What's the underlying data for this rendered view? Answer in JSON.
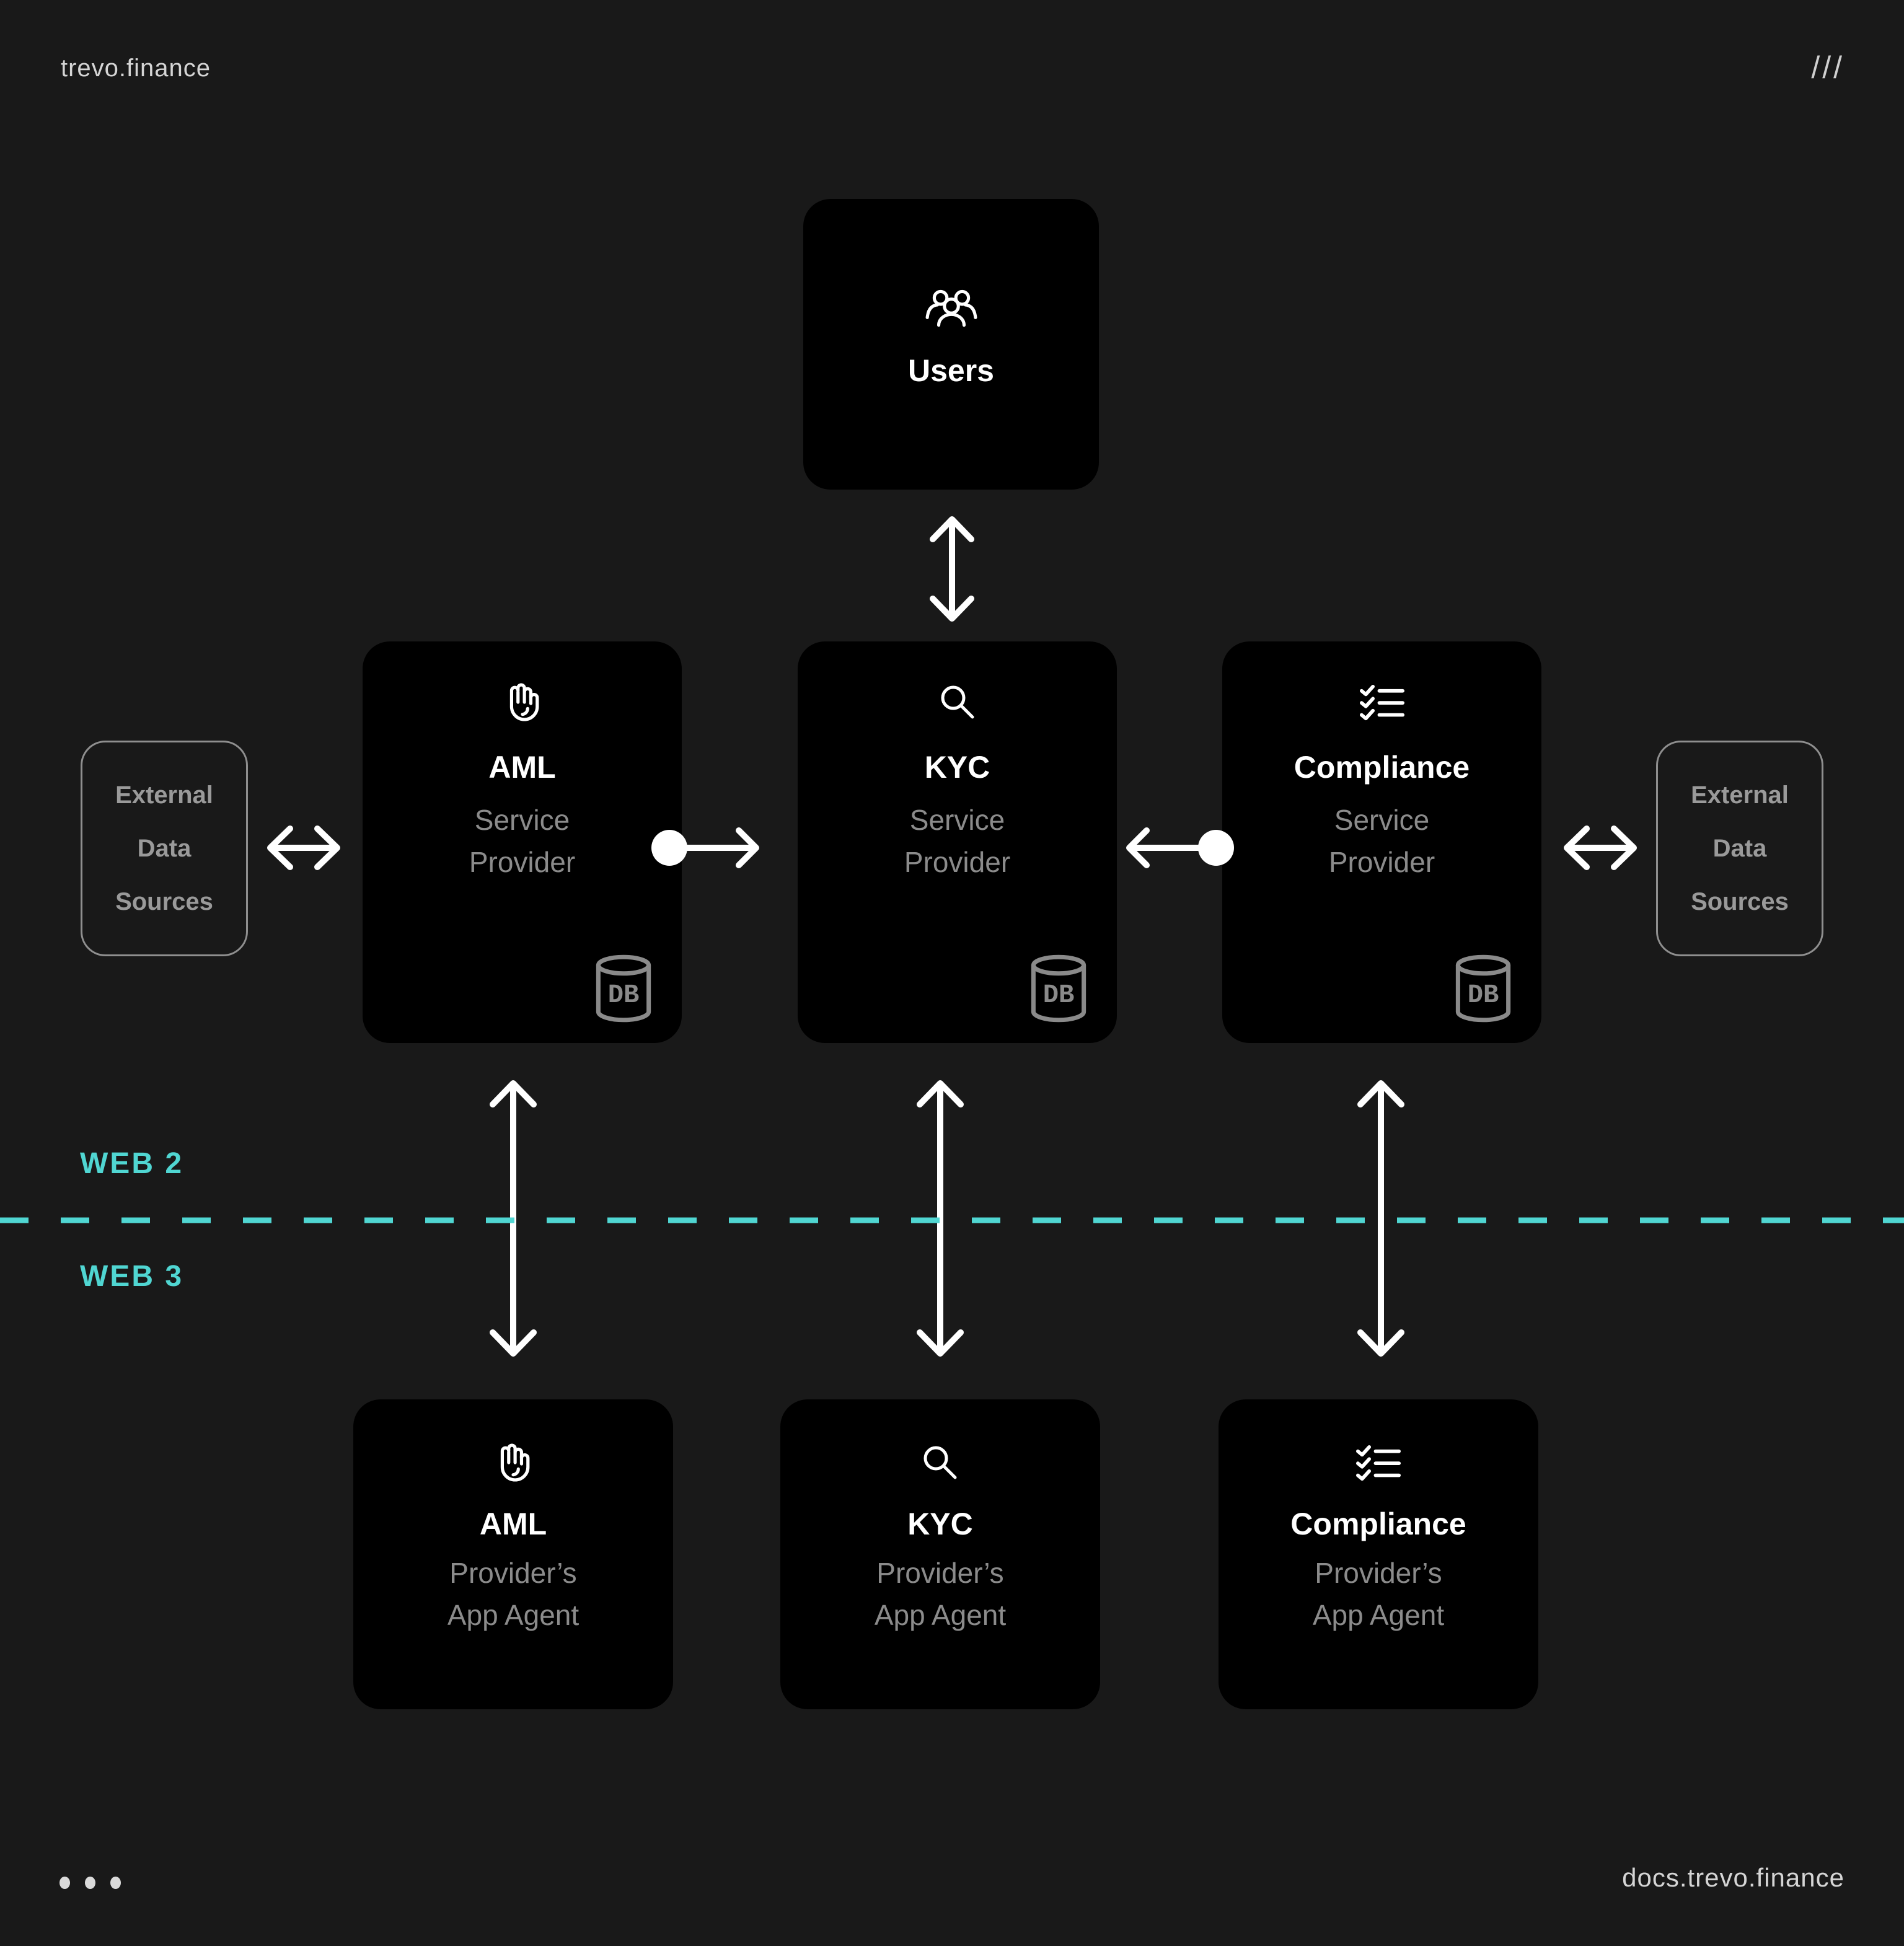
{
  "header": {
    "brand": "trevo.finance",
    "mark": "///"
  },
  "labels": {
    "web2": "WEB 2",
    "web3": "WEB 3"
  },
  "nodes": {
    "users": {
      "title": "Users"
    },
    "aml_provider": {
      "title": "AML",
      "subtitle1": "Service",
      "subtitle2": "Provider",
      "db": "DB"
    },
    "kyc_provider": {
      "title": "KYC",
      "subtitle1": "Service",
      "subtitle2": "Provider",
      "db": "DB"
    },
    "compliance_provider": {
      "title": "Compliance",
      "subtitle1": "Service",
      "subtitle2": "Provider",
      "db": "DB"
    },
    "external_left": {
      "line1": "External",
      "line2": "Data",
      "line3": "Sources"
    },
    "external_right": {
      "line1": "External",
      "line2": "Data",
      "line3": "Sources"
    },
    "aml_agent": {
      "title": "AML",
      "subtitle1": "Provider’s",
      "subtitle2": "App Agent"
    },
    "kyc_agent": {
      "title": "KYC",
      "subtitle1": "Provider’s",
      "subtitle2": "App Agent"
    },
    "compliance_agent": {
      "title": "Compliance",
      "subtitle1": "Provider’s",
      "subtitle2": "App Agent"
    }
  },
  "footer": {
    "link": "docs.trevo.finance"
  },
  "colors": {
    "background": "#191919",
    "node_fill": "#000000",
    "accent_teal": "#50d6d2",
    "text_white": "#ffffff",
    "text_gray": "#8b8b8b",
    "external_gray": "#9a9a9a",
    "border_gray": "#8f8f8f",
    "db_gray": "#8a8a8a",
    "header_gray": "#d5d5d5"
  }
}
